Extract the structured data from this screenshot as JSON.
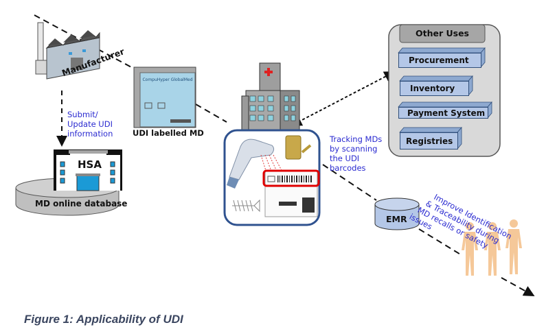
{
  "diagram": {
    "title": "Applicability of UDI",
    "nodes": {
      "manufacturer": {
        "label": "Manufacturer",
        "icon": "factory-icon"
      },
      "udi_md": {
        "label": "UDI labelled MD",
        "icon": "device-package-icon",
        "package_brand": "CompuHyper GlobalMed"
      },
      "hsa": {
        "label": "HSA",
        "icon": "government-building-icon"
      },
      "database": {
        "label": "MD online database",
        "icon": "database-cylinder-icon"
      },
      "hospital": {
        "icon": "hospital-icon"
      },
      "scanner_panel": {
        "icon": "barcode-scanner-icon",
        "label_code": "UDI"
      },
      "emr": {
        "label": "EMR",
        "icon": "database-cylinder-icon"
      },
      "patients": {
        "icon": "human-figures-icon"
      },
      "other_uses": {
        "title": "Other Uses",
        "items": [
          "Procurement",
          "Inventory",
          "Payment System",
          "Registries"
        ]
      }
    },
    "annotations": {
      "submit": [
        "Submit/",
        "Update UDI",
        "information"
      ],
      "tracking": [
        "Tracking MDs",
        "by scanning",
        "the UDI",
        "barcodes"
      ],
      "improve": [
        "Improve Identification",
        "& Traceability during",
        "MD recalls or safety",
        "issues"
      ]
    },
    "colors": {
      "annotation_text": "#2a2ad0",
      "box_fill": "#b4c7e7",
      "panel_fill": "#d9d9d9",
      "header_fill": "#a6a6a6",
      "scanner_frame": "#2f528f",
      "highlight": "#e00000",
      "skin": "#f4c38f"
    }
  },
  "caption": "Figure 1: Applicability of UDI"
}
